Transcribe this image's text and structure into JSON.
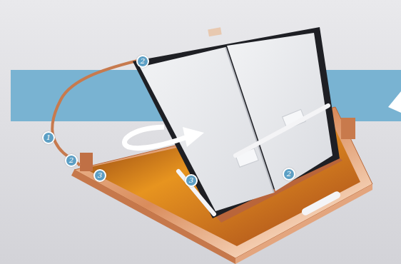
{
  "diagram": {
    "labels": [
      "2",
      "1",
      "2",
      "3",
      "3",
      "2"
    ]
  }
}
